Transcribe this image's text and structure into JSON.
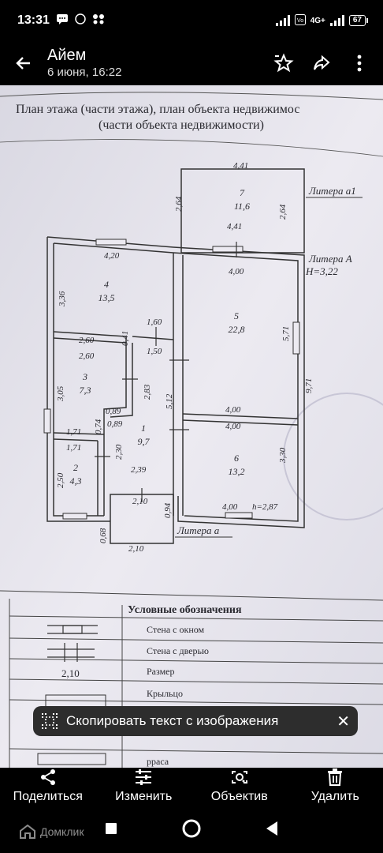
{
  "status": {
    "time": "13:31",
    "network": "4G+",
    "battery": "67"
  },
  "app_bar": {
    "title": "Айем",
    "subtitle": "6 июня, 16:22",
    "actions": [
      "star-icon",
      "share-forward-icon",
      "more-vert-icon"
    ]
  },
  "plan": {
    "heading_line1": "План этажа (части этажа), план объекта недвижимос",
    "heading_line2": "(части объекта недвижимости)",
    "litera_a1": "Литера а1",
    "litera_A": "Литера А",
    "height_A": "H=3,22",
    "litera_a": "Литера а",
    "height_room6": "h=2,87",
    "room7_num": "7",
    "room7_area": "11,6",
    "room4_num": "4",
    "room4_area": "13,5",
    "room5_num": "5",
    "room5_area": "22,8",
    "room3_num": "3",
    "room3_area": "7,3",
    "room1_num": "1",
    "room1_area": "9,7",
    "room2_num": "2",
    "room2_area": "4,3",
    "room6_num": "6",
    "room6_area": "13,2",
    "dims": {
      "d441_top": "4,41",
      "d264_left": "2,64",
      "d264_right": "2,64",
      "d441_bottom": "4,41",
      "d420": "4,20",
      "d400_r5top": "4,00",
      "d336": "3,36",
      "d571": "5,71",
      "d971": "9,71",
      "d160": "1,60",
      "d041": "0,41",
      "d260_a": "2,60",
      "d150": "1,50",
      "d260_b": "2,60",
      "d283": "2,83",
      "d512": "5,12",
      "d305": "3,05",
      "d089_a": "0,89",
      "d074": "0,74",
      "d089_b": "0,89",
      "d400_r5bot": "4,00",
      "d400_r6top": "4,00",
      "d171_a": "1,71",
      "d171_b": "1,71",
      "d230": "2,30",
      "d330": "3,30",
      "d250": "2,50",
      "d239": "2,39",
      "d210_a": "2,10",
      "d094": "0,94",
      "d400_r6bot": "4,00",
      "d068": "0,68",
      "d210_b": "2,10"
    },
    "legend": {
      "title": "Условные обозначения",
      "row1": "Стена с окном",
      "row2": "Стена с дверью",
      "row3_sample": "2,10",
      "row3": "Размер",
      "row4": "Крыльцо",
      "row5": "рраса"
    }
  },
  "copy_chip": {
    "label": "Скопировать текст с изображения"
  },
  "bottom_bar": {
    "share": "Поделиться",
    "edit": "Изменить",
    "lens": "Объектив",
    "delete": "Удалить"
  },
  "watermark": "Домклик"
}
